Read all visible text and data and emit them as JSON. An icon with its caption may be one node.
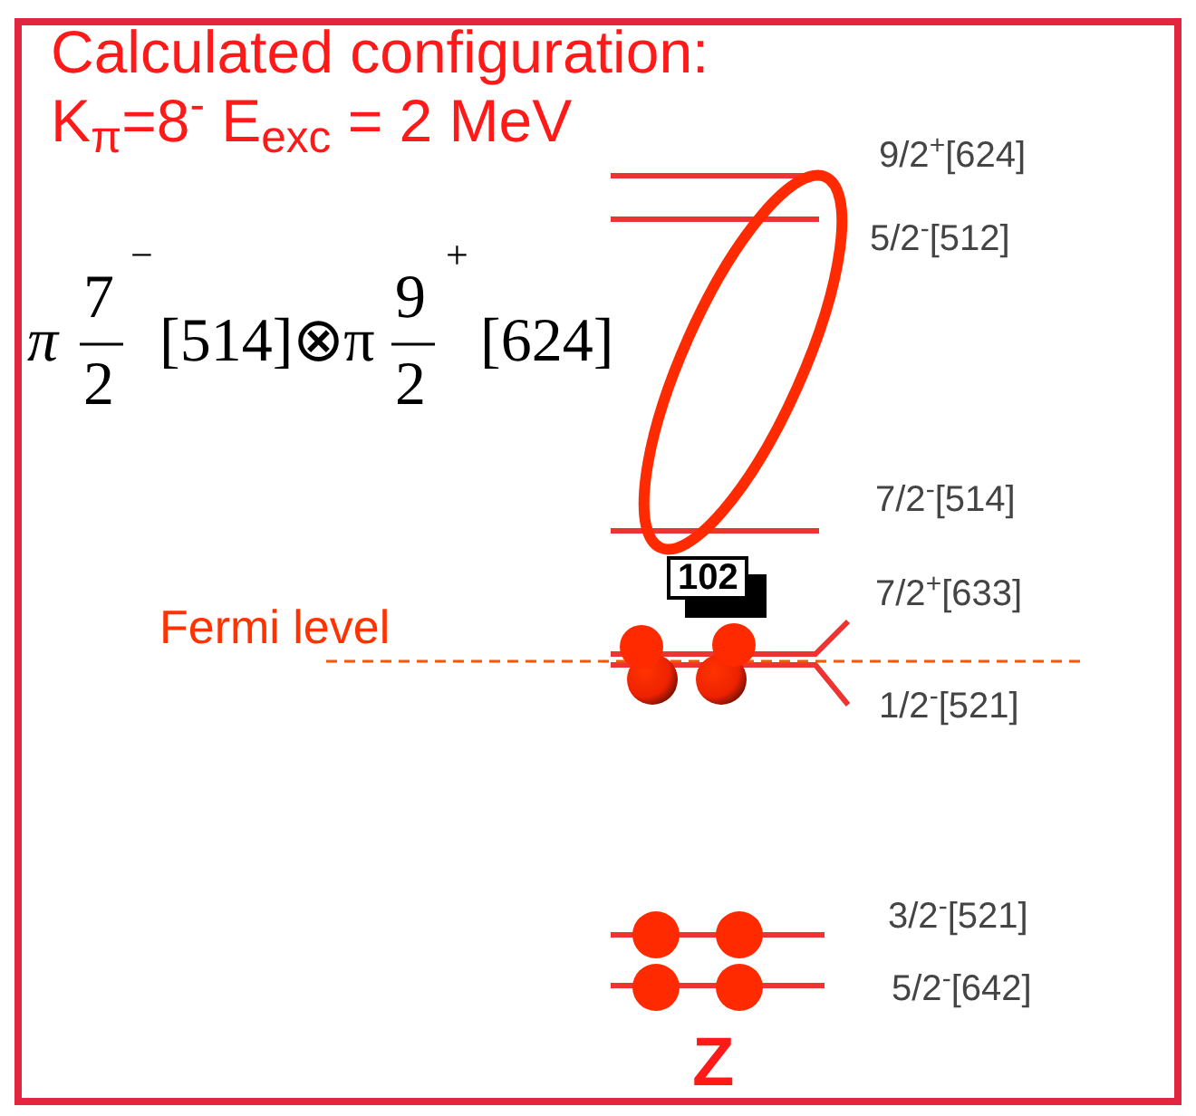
{
  "diagram": {
    "title": "Calculated configuration:",
    "labels": [
      "K$_{π}$=8$^{-}$ E$_{exc}$ = 2 MeV",
      "π",
      "7",
      "2",
      "−",
      "[514]⊗π",
      "9",
      "2",
      "+",
      "[624]",
      "9/2$^{+}$[624]",
      "5/2$^{-}$[512]",
      "7/2$^{-}$[514]",
      "102",
      "Fermi level",
      "7/2$^{+}$[633]",
      "1/2$^{-}$[521]",
      "3/2$^{-}$[521]",
      "5/2$^{-}$[642]",
      "Z"
    ]
  }
}
